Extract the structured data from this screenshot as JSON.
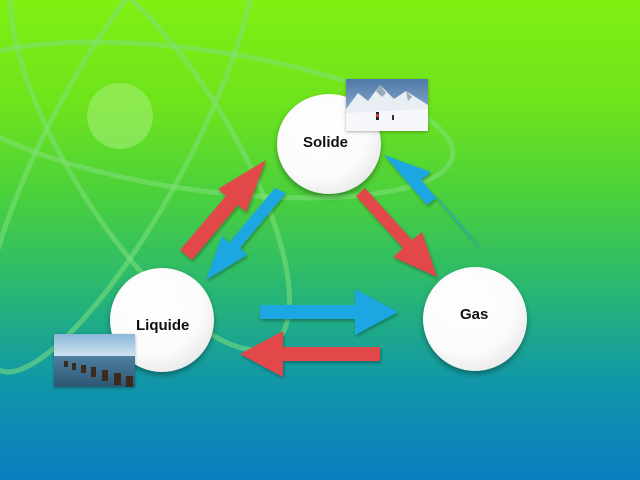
{
  "nodes": {
    "solid": {
      "label": "Solide"
    },
    "liquid": {
      "label": "Liquide"
    },
    "gas": {
      "label": "Gas"
    }
  },
  "photos": {
    "solid": {
      "subject": "snowy mountain with hikers"
    },
    "liquid": {
      "subject": "sea with wooden groyne posts"
    }
  },
  "colors": {
    "arrow_red": "#e2474a",
    "arrow_blue": "#1ea6e2",
    "bg_top": "#7ff012",
    "bg_bottom": "#0a7ec0"
  },
  "icons": {
    "background": "atom-icon"
  },
  "transitions": [
    {
      "from": "liquid",
      "to": "solid",
      "color": "arrow_red"
    },
    {
      "from": "solid",
      "to": "liquid",
      "color": "arrow_blue"
    },
    {
      "from": "solid",
      "to": "gas",
      "color": "arrow_red"
    },
    {
      "from": "gas",
      "to": "solid",
      "color": "arrow_blue"
    },
    {
      "from": "liquid",
      "to": "gas",
      "color": "arrow_blue"
    },
    {
      "from": "gas",
      "to": "liquid",
      "color": "arrow_red"
    }
  ]
}
